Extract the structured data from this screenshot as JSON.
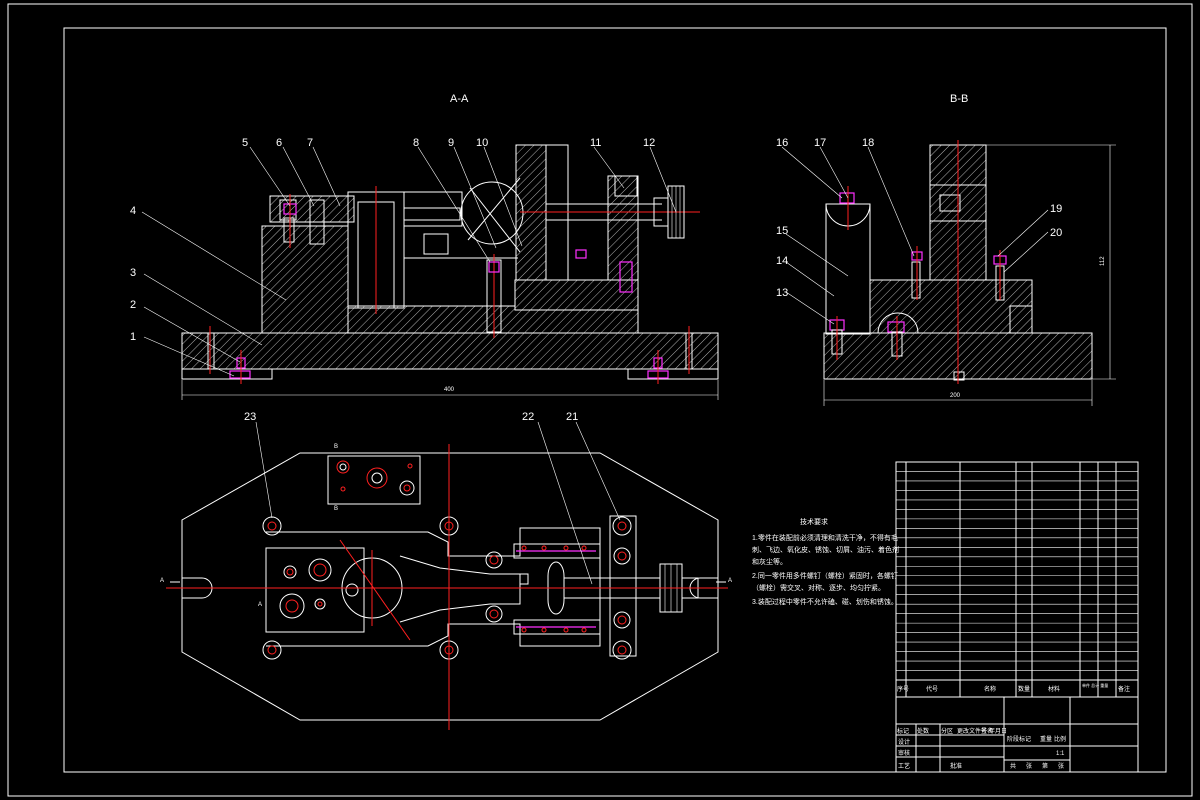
{
  "views": {
    "section_aa": "A-A",
    "section_bb": "B-B"
  },
  "balloons": [
    "1",
    "2",
    "3",
    "4",
    "5",
    "6",
    "7",
    "8",
    "9",
    "10",
    "11",
    "12",
    "13",
    "14",
    "15",
    "16",
    "17",
    "18",
    "19",
    "20",
    "21",
    "22",
    "23"
  ],
  "dimensions": {
    "aa_width": "400",
    "bb_width": "200",
    "bb_height": "112"
  },
  "section_marks": {
    "a": "A",
    "b": "B"
  },
  "tech_notes": {
    "title": "技术要求",
    "lines": [
      "1.零件在装配前必须清理和清洗干净，不得有毛",
      "刺、飞边、氧化皮、锈蚀、切屑、油污、着色剂",
      "和灰尘等。",
      "2.同一零件用多件螺钉（螺栓）紧固时，各螺钉",
      "（螺栓）需交叉、对称、逐步、均匀拧紧。",
      "3.装配过程中零件不允许磕、碰、划伤和锈蚀。"
    ]
  },
  "title_block": {
    "headers": [
      "序号",
      "代号",
      "名称",
      "数量",
      "材料",
      "单件 总计 重量",
      "备注"
    ],
    "sign_labels": [
      "标记",
      "处数",
      "分区",
      "更改文件号",
      "签名",
      "年月日"
    ],
    "role_labels": [
      "设计",
      "审核",
      "工艺",
      "批准"
    ],
    "stage_labels": [
      "阶段标记",
      "重量",
      "比例"
    ],
    "scale": "1:1",
    "sheet_labels": [
      "共",
      "张",
      "第",
      "张"
    ]
  },
  "colors": {
    "background": "#000000",
    "line": "#ffffff",
    "centerline": "#ff2020",
    "screw": "#ff30ff"
  }
}
